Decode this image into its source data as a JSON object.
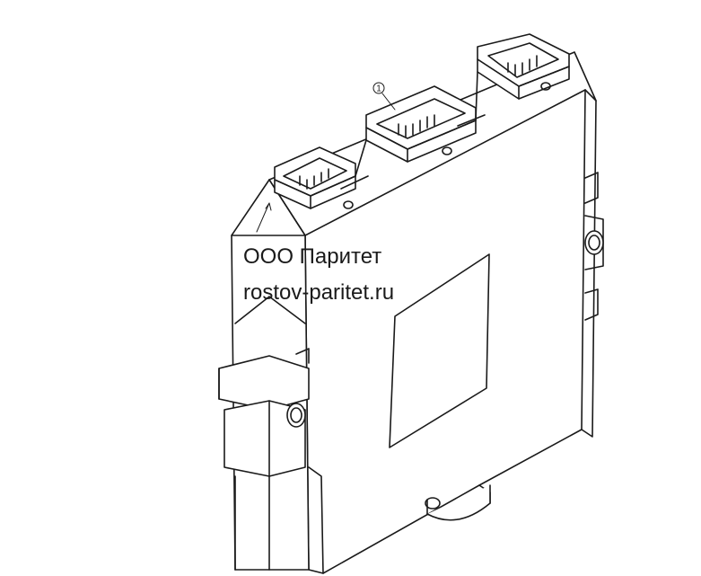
{
  "diagram": {
    "callout_number": "1",
    "stroke_color": "#1a1a1a",
    "background_color": "#ffffff"
  },
  "watermark": {
    "line1": "ООО Паритет",
    "line2": "rostov-paritet.ru",
    "color": "#1a1a1a"
  }
}
